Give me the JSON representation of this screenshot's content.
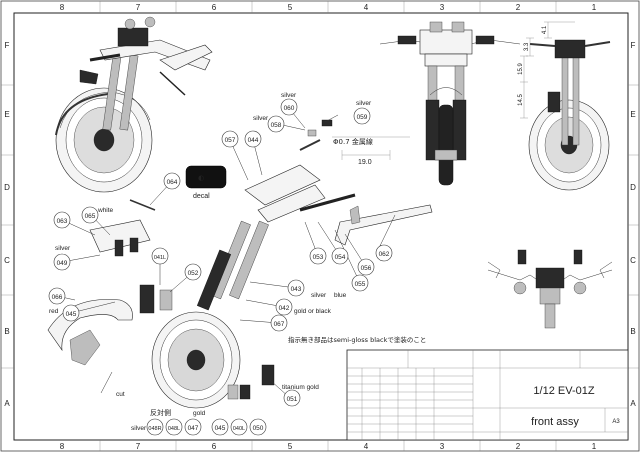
{
  "frame": {
    "top_columns": [
      "8",
      "7",
      "6",
      "5",
      "4",
      "3",
      "2",
      "1"
    ],
    "bottom_columns": [
      "8",
      "7",
      "6",
      "5",
      "4",
      "3",
      "2",
      "1"
    ],
    "rows": [
      "F",
      "E",
      "D",
      "C",
      "B",
      "A"
    ]
  },
  "callouts": [
    {
      "id": "060",
      "label": "060"
    },
    {
      "id": "058",
      "label": "058"
    },
    {
      "id": "059",
      "label": "059"
    },
    {
      "id": "057",
      "label": "057"
    },
    {
      "id": "044",
      "label": "044"
    },
    {
      "id": "064",
      "label": "064"
    },
    {
      "id": "065",
      "label": "065"
    },
    {
      "id": "063",
      "label": "063"
    },
    {
      "id": "049",
      "label": "049"
    },
    {
      "id": "041L",
      "label": "041L"
    },
    {
      "id": "052",
      "label": "052"
    },
    {
      "id": "066",
      "label": "066"
    },
    {
      "id": "045a",
      "label": "045"
    },
    {
      "id": "043",
      "label": "043"
    },
    {
      "id": "042",
      "label": "042"
    },
    {
      "id": "067",
      "label": "067"
    },
    {
      "id": "062",
      "label": "062"
    },
    {
      "id": "053",
      "label": "053"
    },
    {
      "id": "054",
      "label": "054"
    },
    {
      "id": "055",
      "label": "055"
    },
    {
      "id": "056",
      "label": "056"
    },
    {
      "id": "051",
      "label": "051"
    },
    {
      "id": "048R",
      "label": "048R"
    },
    {
      "id": "048L",
      "label": "048L"
    },
    {
      "id": "047",
      "label": "047"
    },
    {
      "id": "045b",
      "label": "045"
    },
    {
      "id": "040L",
      "label": "040L"
    },
    {
      "id": "050",
      "label": "050"
    }
  ],
  "notes": {
    "silver_060": "silver",
    "silver_058": "silver",
    "silver_059": "silver",
    "wire_spec": "Φ0.7 金属線",
    "wire_length": "19.0",
    "decal": "decal",
    "white": "white",
    "silver_049": "silver",
    "red": "red",
    "silver_053": "silver",
    "blue": "blue",
    "gold_or_black": "gold or black",
    "titanium_gold": "titanium gold",
    "cut": "cut",
    "opposite_side": "反対側",
    "gold": "gold",
    "silver_bottom": "silver",
    "instruction": "指示無き部品はsemi-gloss blackで塗装のこと"
  },
  "dimensions": [
    "4.1",
    "3.3",
    "15.9",
    "14.5"
  ],
  "title_block": {
    "model": "1/12 EV-01Z",
    "title": "front assy",
    "sheet_size": "A3"
  }
}
